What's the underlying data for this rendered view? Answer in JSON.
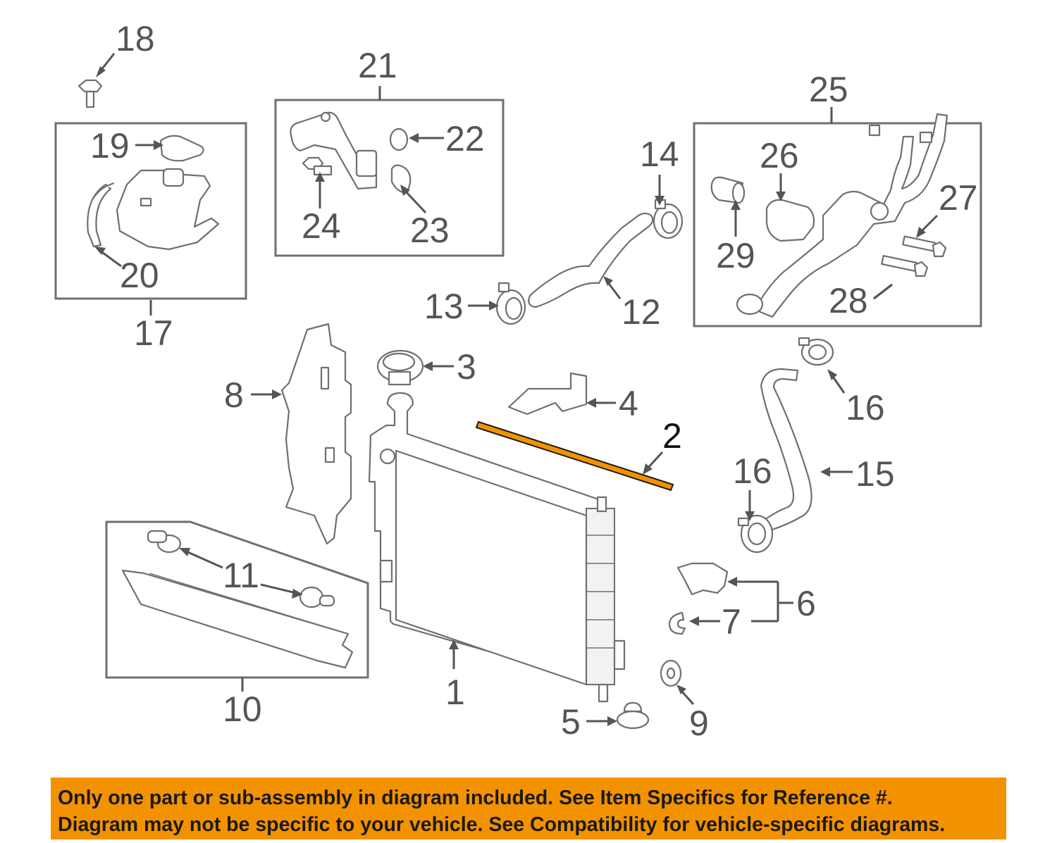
{
  "callouts": {
    "c1": "1",
    "c2": "2",
    "c3": "3",
    "c4": "4",
    "c5": "5",
    "c6": "6",
    "c7": "7",
    "c8": "8",
    "c9": "9",
    "c10": "10",
    "c11": "11",
    "c12": "12",
    "c13": "13",
    "c14": "14",
    "c15": "15",
    "c16a": "16",
    "c16b": "16",
    "c17": "17",
    "c18": "18",
    "c19": "19",
    "c20": "20",
    "c21": "21",
    "c22": "22",
    "c23": "23",
    "c24": "24",
    "c25": "25",
    "c26": "26",
    "c27": "27",
    "c28": "28",
    "c29": "29"
  },
  "highlighted_part": "2",
  "colors": {
    "highlight": "#f39200",
    "banner": "#f39200",
    "line_art": "#6f6f6f",
    "label": "#555555"
  },
  "banner": {
    "line1": "Only one part or sub-assembly in diagram included. See Item Specifics for Reference #.",
    "line2": "Diagram may not be specific to your vehicle. See Compatibility for vehicle-specific diagrams."
  }
}
